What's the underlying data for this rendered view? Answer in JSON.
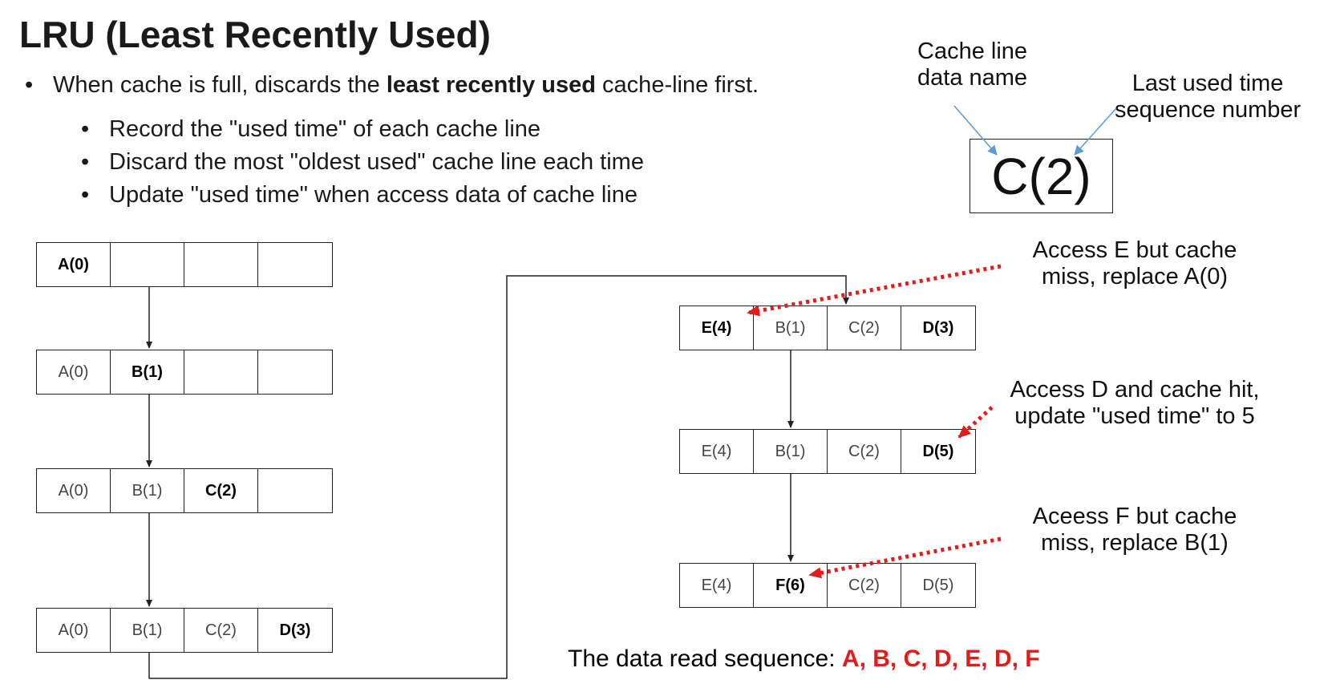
{
  "title": "LRU (Least Recently Used)",
  "bullets": {
    "main_before": "When cache is full, discards the ",
    "main_bold": "least recently used",
    "main_after": " cache-line first.",
    "sub": [
      "Record the \"used time\" of each cache line",
      "Discard the most \"oldest used\" cache line each time",
      "Update \"used time\" when access data of cache line"
    ]
  },
  "legend": {
    "name_label": [
      "Cache line",
      "data name"
    ],
    "time_label": [
      "Last used time",
      "sequence number"
    ],
    "example": "C(2)"
  },
  "states": [
    {
      "cells": [
        {
          "text": "A(0)",
          "bold": true
        },
        {
          "text": "",
          "bold": false
        },
        {
          "text": "",
          "bold": false
        },
        {
          "text": "",
          "bold": false
        }
      ]
    },
    {
      "cells": [
        {
          "text": "A(0)",
          "bold": false
        },
        {
          "text": "B(1)",
          "bold": true
        },
        {
          "text": "",
          "bold": false
        },
        {
          "text": "",
          "bold": false
        }
      ]
    },
    {
      "cells": [
        {
          "text": "A(0)",
          "bold": false
        },
        {
          "text": "B(1)",
          "bold": false
        },
        {
          "text": "C(2)",
          "bold": true
        },
        {
          "text": "",
          "bold": false
        }
      ]
    },
    {
      "cells": [
        {
          "text": "A(0)",
          "bold": false
        },
        {
          "text": "B(1)",
          "bold": false
        },
        {
          "text": "C(2)",
          "bold": false
        },
        {
          "text": "D(3)",
          "bold": true
        }
      ]
    },
    {
      "cells": [
        {
          "text": "E(4)",
          "bold": true
        },
        {
          "text": "B(1)",
          "bold": false
        },
        {
          "text": "C(2)",
          "bold": false
        },
        {
          "text": "D(3)",
          "bold": true
        }
      ]
    },
    {
      "cells": [
        {
          "text": "E(4)",
          "bold": false
        },
        {
          "text": "B(1)",
          "bold": false
        },
        {
          "text": "C(2)",
          "bold": false
        },
        {
          "text": "D(5)",
          "bold": true
        }
      ]
    },
    {
      "cells": [
        {
          "text": "E(4)",
          "bold": false
        },
        {
          "text": "F(6)",
          "bold": true
        },
        {
          "text": "C(2)",
          "bold": false
        },
        {
          "text": "D(5)",
          "bold": false
        }
      ]
    }
  ],
  "annotations": [
    [
      "Access E but cache",
      "miss, replace A(0)"
    ],
    [
      "Access D and cache hit,",
      "update \"used time\" to 5"
    ],
    [
      "Aceess F but cache",
      "miss, replace B(1)"
    ]
  ],
  "sequence": {
    "label": "The data read sequence: ",
    "value": "A, B, C, D, E, D, F"
  },
  "colors": {
    "accent_red": "#e31b1b",
    "arrow_blue": "#5b9bd5",
    "line": "#222222"
  }
}
